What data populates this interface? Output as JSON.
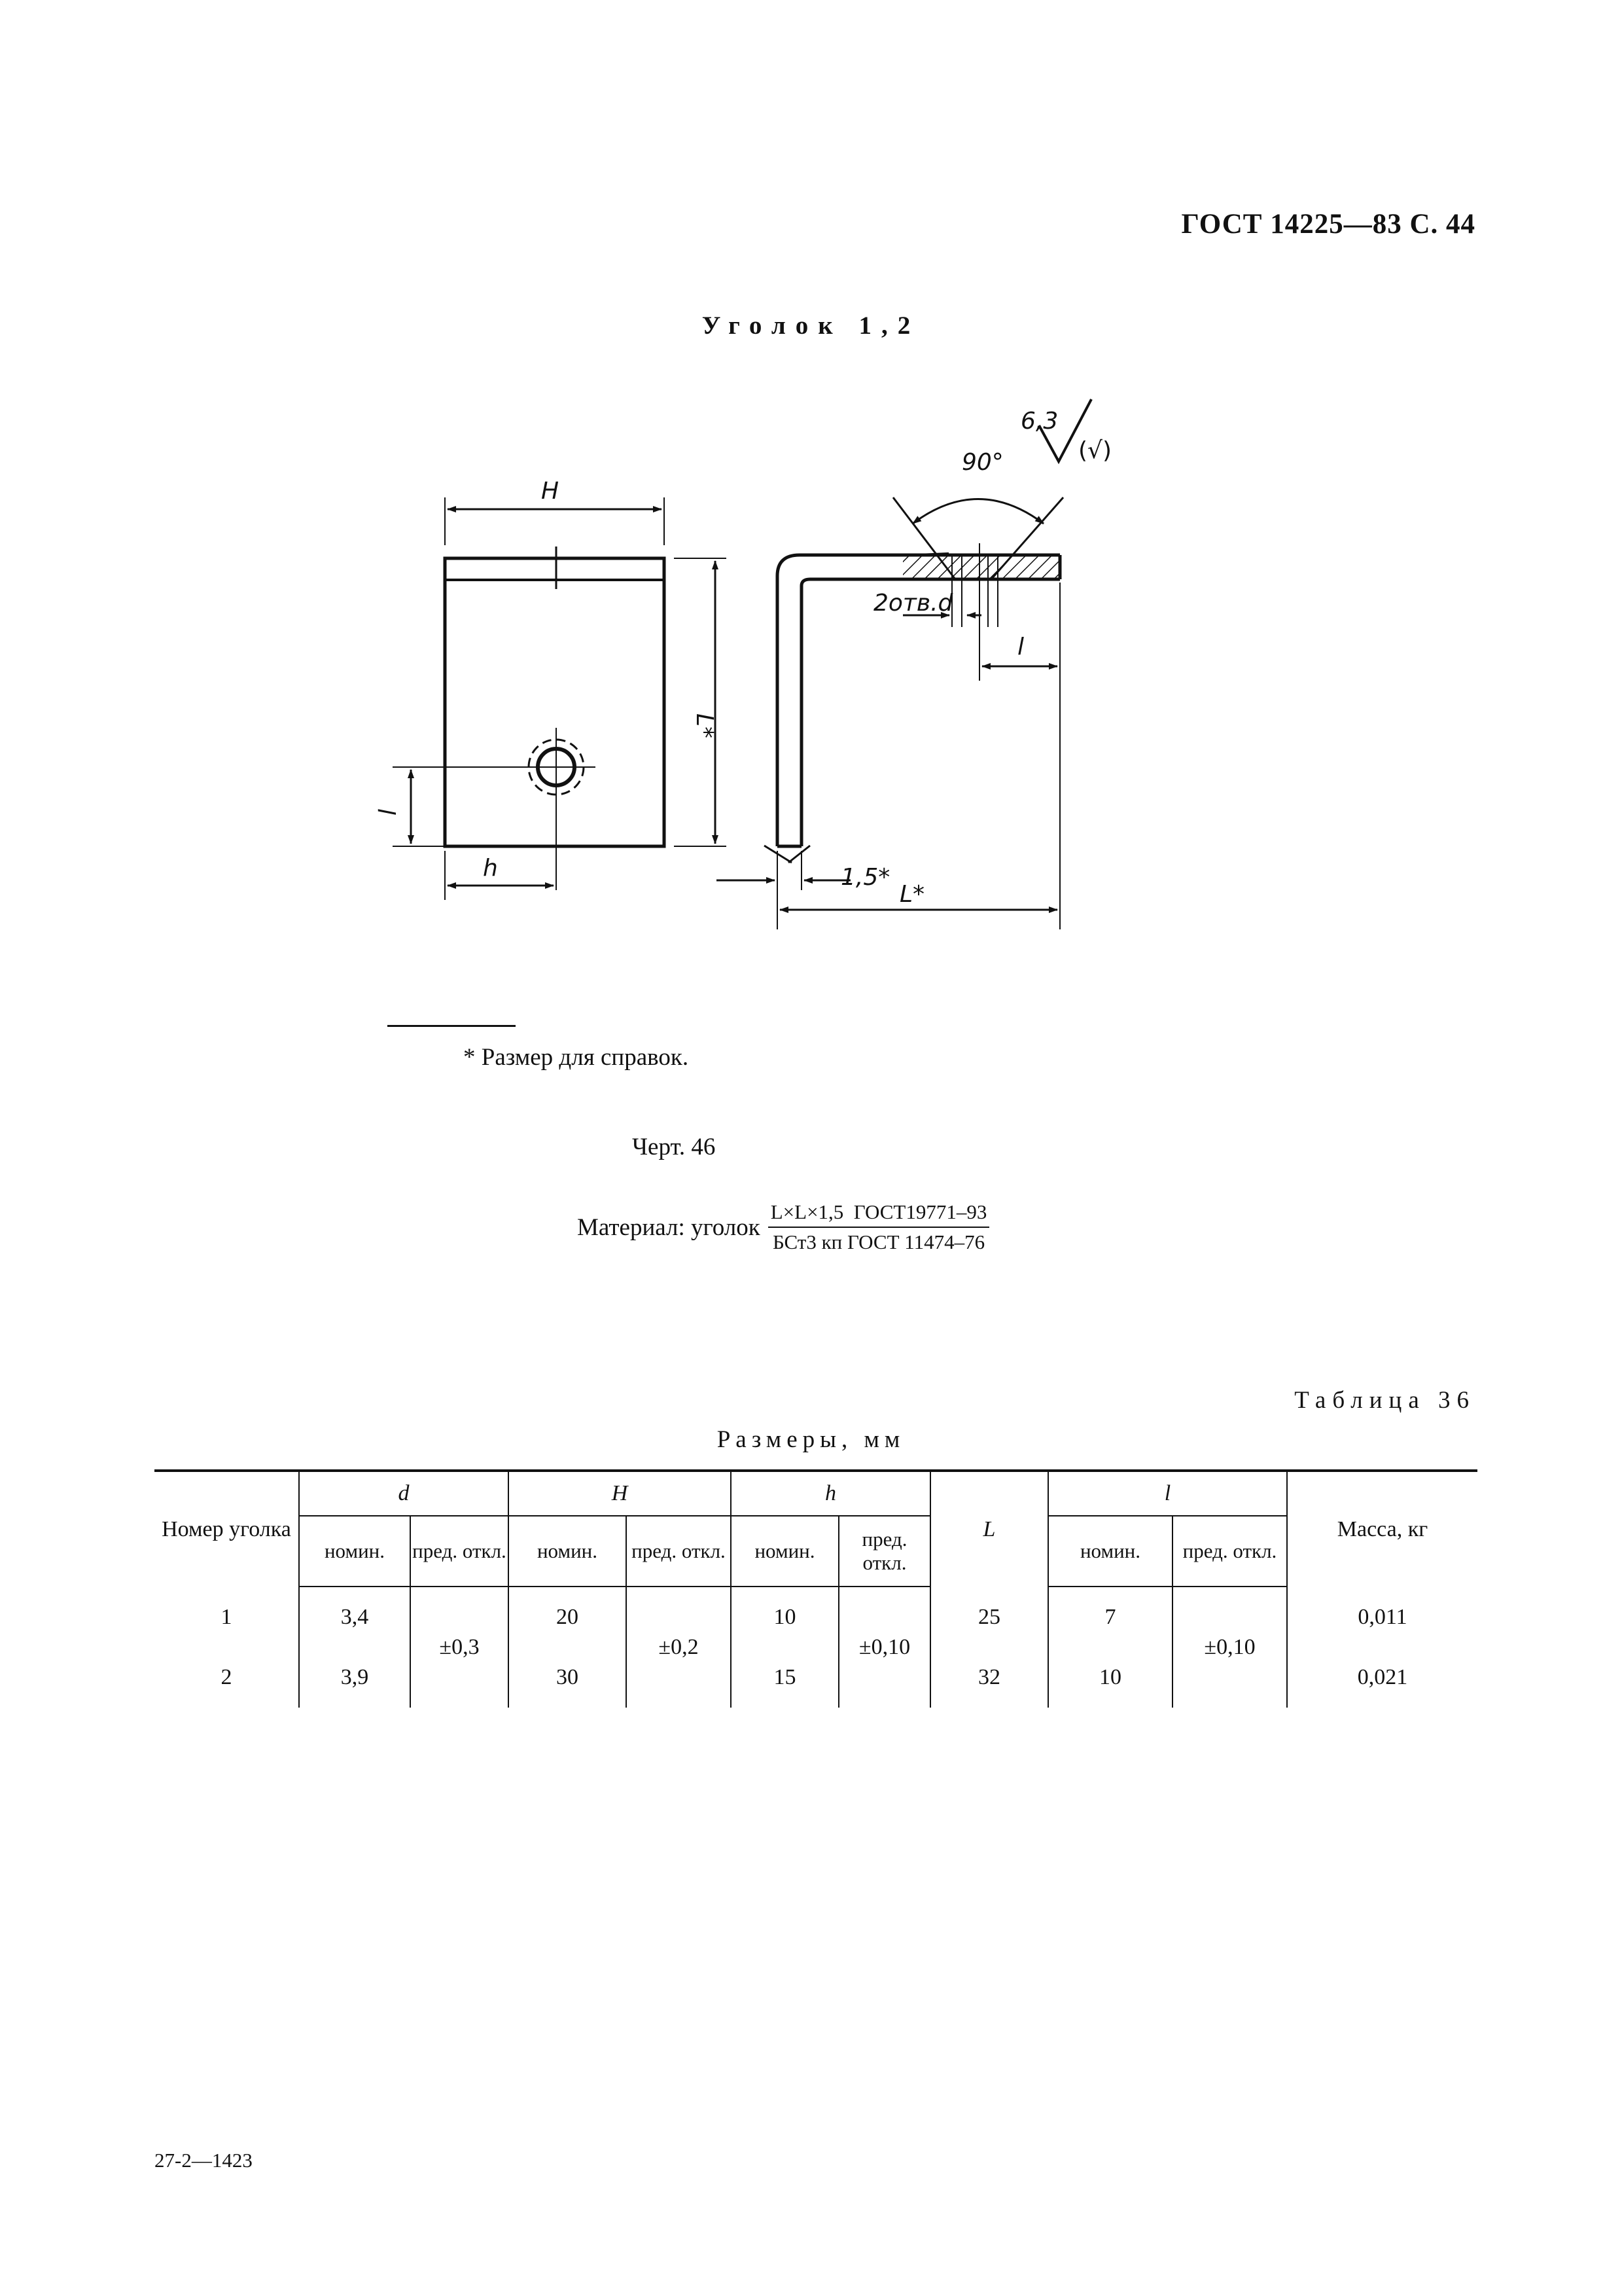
{
  "header": {
    "standard": "ГОСТ 14225—83 С. 44"
  },
  "title": "Уголок 1,2",
  "drawing": {
    "labels": {
      "H": "H",
      "L_star": "L*",
      "l": "l",
      "h": "h",
      "roughness_value": "6,3",
      "roughness_paren": "(√)",
      "angle": "90°",
      "holes": "2отв.d",
      "thickness": "1,5*",
      "L_star_bottom": "L*"
    }
  },
  "footnote": "* Размер для справок.",
  "figure_caption": "Черт. 46",
  "material": {
    "label": "Материал: уголок",
    "numerator": "L×L×1,5  ГОСТ19771–93",
    "denominator": "БСт3 кп ГОСТ 11474–76"
  },
  "table": {
    "number": "Таблица 36",
    "caption": "Размеры, мм",
    "headers": {
      "number": "Номер уголка",
      "d": "d",
      "H": "H",
      "h": "h",
      "L": "L",
      "l": "l",
      "mass": "Масса, кг",
      "nom": "номин.",
      "dev": "пред. откл."
    },
    "rows": [
      {
        "no": "1",
        "d_nom": "3,4",
        "H_nom": "20",
        "h_nom": "10",
        "L": "25",
        "l_nom": "7",
        "mass": "0,011"
      },
      {
        "no": "2",
        "d_nom": "3,9",
        "H_nom": "30",
        "h_nom": "15",
        "L": "32",
        "l_nom": "10",
        "mass": "0,021"
      }
    ],
    "dev": {
      "d": "±0,3",
      "H": "±0,2",
      "h": "±0,10",
      "l": "±0,10"
    }
  },
  "print_code": "27-2—1423"
}
